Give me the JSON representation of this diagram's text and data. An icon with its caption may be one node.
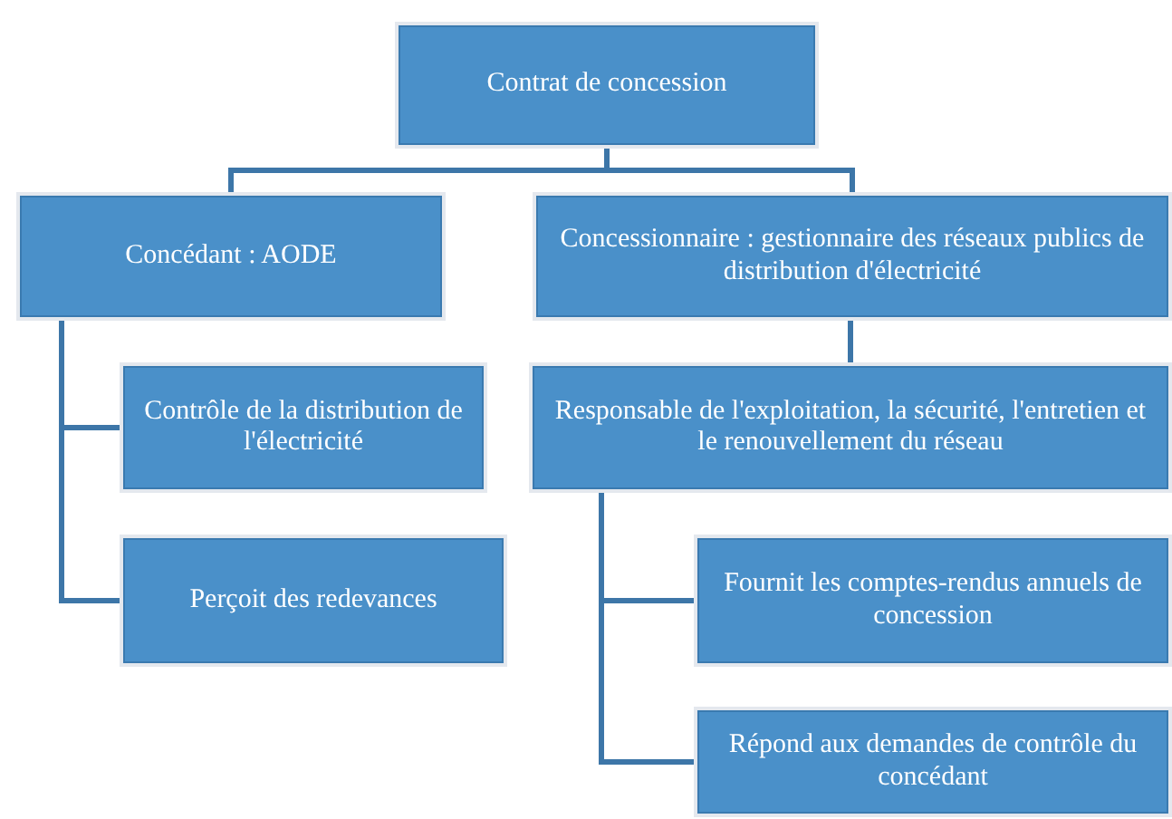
{
  "diagram": {
    "nodes": [
      {
        "text": [
          "Contrat de concession"
        ]
      },
      {
        "text": [
          "Concédant : AODE"
        ]
      },
      {
        "text": [
          "Concessionnaire : gestionnaire des réseaux publics de distribution d'électricité"
        ]
      },
      {
        "text": [
          "Contrôle de la distribution de l'électricité"
        ]
      },
      {
        "text": [
          "Perçoit des redevances"
        ]
      },
      {
        "text": [
          "Responsable de l'exploitation, la sécurité, l'entretien et le renouvellement du réseau"
        ]
      },
      {
        "text": [
          "Fournit les comptes-rendus annuels de concession"
        ]
      },
      {
        "text": [
          "Répond aux demandes de contrôle du concédant"
        ]
      }
    ],
    "edges": [
      {
        "from": 0,
        "to": 1,
        "arrow": "none"
      },
      {
        "from": 0,
        "to": 2,
        "arrow": "none"
      },
      {
        "from": 1,
        "to": 3,
        "arrow": "none"
      },
      {
        "from": 1,
        "to": 4,
        "arrow": "none"
      },
      {
        "from": 2,
        "to": 5,
        "arrow": "none"
      },
      {
        "from": 5,
        "to": 6,
        "arrow": "none"
      },
      {
        "from": 5,
        "to": 7,
        "arrow": "none"
      }
    ]
  }
}
